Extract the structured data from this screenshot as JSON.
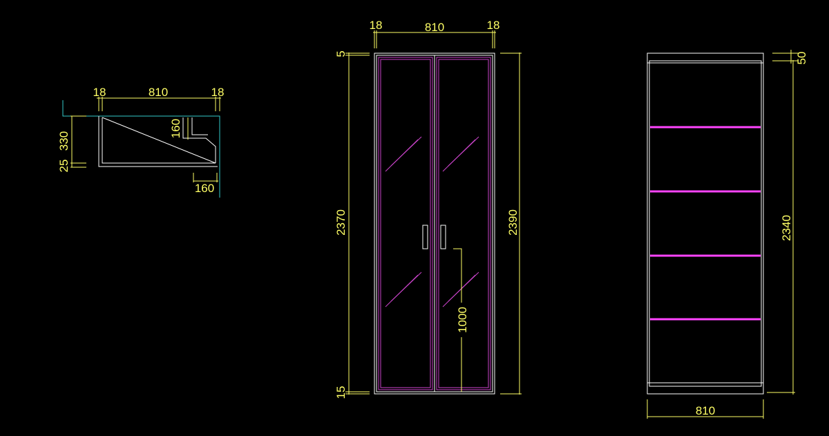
{
  "colors": {
    "background": "#000000",
    "outline": "#ffffff",
    "dimension": "#ffff66",
    "glass": "#cc44cc",
    "shelf": "#ff44ff",
    "wall": "#33cccc"
  },
  "plan_view": {
    "left_side": "18",
    "width": "810",
    "right_side": "18",
    "total_depth": "330",
    "base_thickness": "25",
    "step_depth": "160",
    "step_width": "160"
  },
  "front_view": {
    "left_side": "18",
    "width": "810",
    "right_side": "18",
    "top_gap": "5",
    "bottom_gap": "15",
    "door_height": "2370",
    "overall_height": "2390",
    "handle_height": "1000"
  },
  "interior_view": {
    "top_panel": "50",
    "inner_height": "2340",
    "width": "810"
  }
}
